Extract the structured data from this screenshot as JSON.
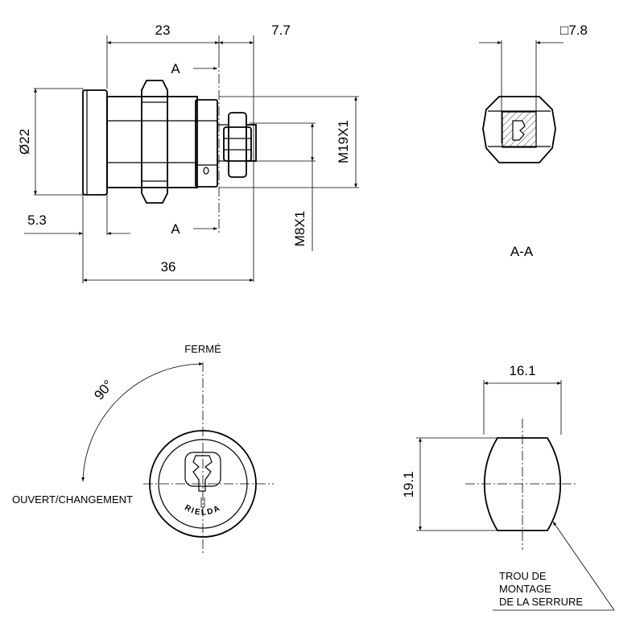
{
  "side_view": {
    "dim_width_top_left": "23",
    "dim_width_top_right": "7.7",
    "dim_diameter": "Ø22",
    "dim_flange": "5.3",
    "dim_total_length": "36",
    "dim_thread_body": "M19X1",
    "dim_thread_stud": "M8X1",
    "section_mark_top": "A",
    "section_mark_bottom": "A"
  },
  "section_view": {
    "dim_square": "□7.8",
    "title": "A-A"
  },
  "front_view": {
    "closed_label": "FERMÉ",
    "open_label": "OUVERT/CHANGEMENT",
    "angle": "90°",
    "brand": "RIELDA"
  },
  "cutout_view": {
    "dim_width": "16.1",
    "dim_height": "19.1",
    "note_line1": "TROU DE",
    "note_line2": "MONTAGE",
    "note_line3": "DE LA SERRURE"
  }
}
